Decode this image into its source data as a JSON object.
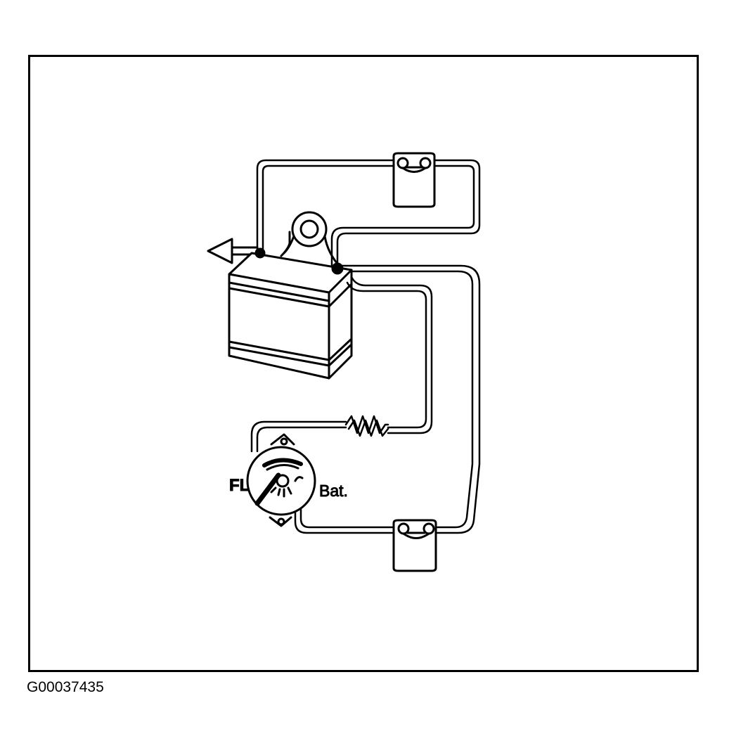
{
  "labels": {
    "fl": "FL",
    "bat": "Bat."
  },
  "figure_id": "G00037435",
  "colors": {
    "ink": "#000000",
    "paper": "#ffffff"
  }
}
